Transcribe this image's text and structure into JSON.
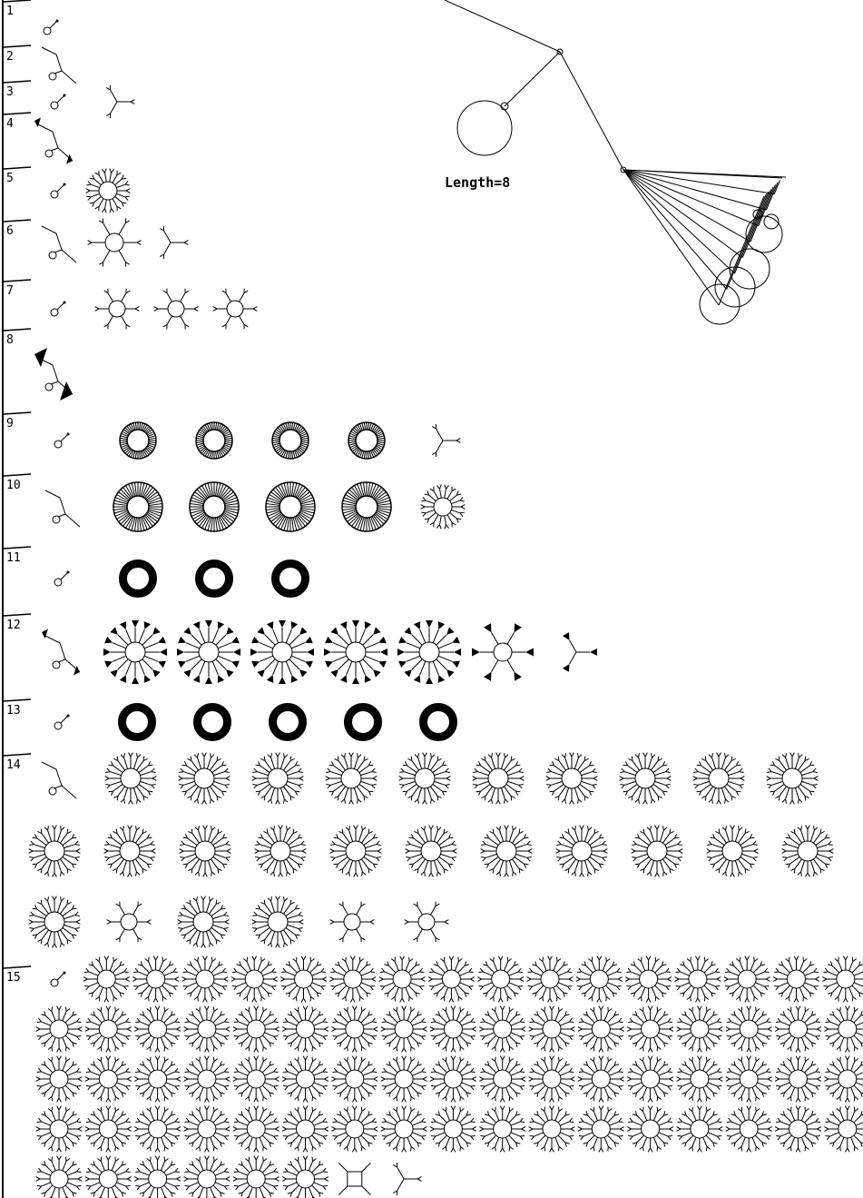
{
  "caption": "Length=8",
  "rows": [
    {
      "label": "1",
      "glyphs": [
        "seed"
      ]
    },
    {
      "label": "2",
      "glyphs": [
        "chain"
      ]
    },
    {
      "label": "3",
      "glyphs": [
        "seed",
        "tri"
      ]
    },
    {
      "label": "4",
      "glyphs": [
        "chain-fan"
      ]
    },
    {
      "label": "5",
      "glyphs": [
        "seed",
        "star-dense"
      ]
    },
    {
      "label": "6",
      "glyphs": [
        "chain",
        "hex-star",
        "tri"
      ]
    },
    {
      "label": "7",
      "glyphs": [
        "seed",
        "star-small",
        "star-small",
        "star-small"
      ]
    },
    {
      "label": "8",
      "glyphs": [
        "chain-big-fan"
      ]
    },
    {
      "label": "9",
      "glyphs": [
        "seed",
        "ring-dense",
        "ring-dense",
        "ring-dense",
        "ring-dense",
        "tri"
      ]
    },
    {
      "label": "10",
      "glyphs": [
        "chain",
        "ring-hairy",
        "ring-hairy",
        "ring-hairy",
        "ring-hairy",
        "star-dense"
      ]
    },
    {
      "label": "11",
      "glyphs": [
        "seed",
        "ring-solid",
        "ring-solid",
        "ring-solid"
      ]
    },
    {
      "label": "12",
      "glyphs": [
        "chain-fan",
        "star-fans",
        "star-fans",
        "star-fans",
        "star-fans",
        "star-fans",
        "hex-fans",
        "tri-fans"
      ]
    },
    {
      "label": "13",
      "glyphs": [
        "seed",
        "ring-solid",
        "ring-solid",
        "ring-solid",
        "ring-solid",
        "ring-solid"
      ]
    },
    {
      "label": "14",
      "glyphs": [
        "chain",
        "star-med",
        "star-med",
        "star-med",
        "star-med",
        "star-med",
        "star-med",
        "star-med",
        "star-med",
        "star-med",
        "star-med",
        "star-med",
        "star-med",
        "star-med",
        "star-med",
        "star-med",
        "star-med",
        "star-med",
        "star-med",
        "star-med",
        "star-med",
        "star-med",
        "star-med",
        "star-small",
        "star-med",
        "star-med",
        "star-small",
        "star-small"
      ]
    },
    {
      "label": "15",
      "glyphs": [
        "seed",
        "star-15",
        "star-15",
        "star-15",
        "star-15",
        "star-15",
        "star-15",
        "star-15",
        "star-15",
        "star-15",
        "star-15",
        "star-15",
        "star-15",
        "star-15",
        "star-15",
        "star-15",
        "star-15",
        "star-15",
        "star-15",
        "star-15",
        "star-15",
        "star-15",
        "star-15",
        "star-15",
        "star-15",
        "star-15",
        "star-15",
        "star-15",
        "star-15",
        "star-15",
        "star-15",
        "star-15",
        "star-15",
        "star-15",
        "star-15",
        "star-15",
        "star-15",
        "star-15",
        "star-15",
        "star-15",
        "star-15",
        "star-15",
        "star-15",
        "star-15",
        "star-15",
        "star-15",
        "star-15",
        "star-15",
        "star-15",
        "star-15",
        "star-15",
        "star-15",
        "star-15",
        "star-15",
        "star-15",
        "star-15",
        "star-15",
        "star-15",
        "star-15",
        "star-15",
        "star-15",
        "star-15",
        "star-15",
        "star-15",
        "star-15",
        "star-15",
        "star-15",
        "star-15",
        "star-15",
        "star-15",
        "star-15",
        "star-15",
        "star-15",
        "star-15",
        "square-star",
        "tri"
      ]
    }
  ]
}
